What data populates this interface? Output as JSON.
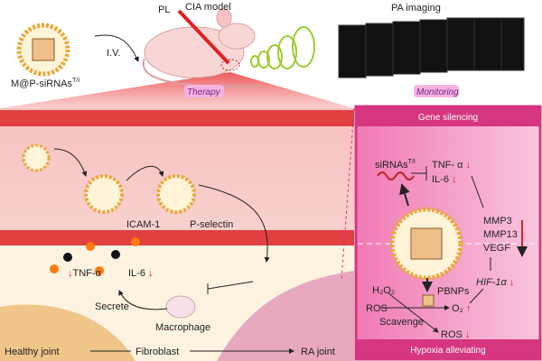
{
  "top": {
    "nanoparticle_label": "M@P-siRNAs",
    "nanoparticle_sup": "T/I",
    "route": "I.V.",
    "laser": "PL",
    "model": "CIA model",
    "therapy": "Therapy",
    "imaging": "PA imaging",
    "monitoring": "Monitoring"
  },
  "left_panel": {
    "icam": "ICAM-1",
    "pselectin": "P-selectin",
    "tnf": "TNF-α",
    "il6": "IL-6",
    "secrete": "Secrete",
    "macrophage": "Macrophage",
    "healthy": "Healthy joint",
    "fibroblast": "Fibroblast",
    "ra": "RA joint"
  },
  "right_panel": {
    "header": "Gene silencing",
    "sirna": "siRNAs",
    "sirna_sup": "T/I",
    "tnf": "TNF- α",
    "il6": "IL-6",
    "mmp3": "MMP3",
    "mmp13": "MMP13",
    "vegf": "VEGF",
    "hif": "HIF-1α",
    "h2o2": "H₂O₂",
    "pbnps": "PBNPs",
    "ros_in": "ROS",
    "scavenge": "Scavenge",
    "o2": "O₂",
    "ros_out": "ROS",
    "footer": "Hypoxia alleviating"
  },
  "colors": {
    "panel": "#d6367f",
    "arrow_down": "#e0201a",
    "vessel": "#e04040"
  }
}
